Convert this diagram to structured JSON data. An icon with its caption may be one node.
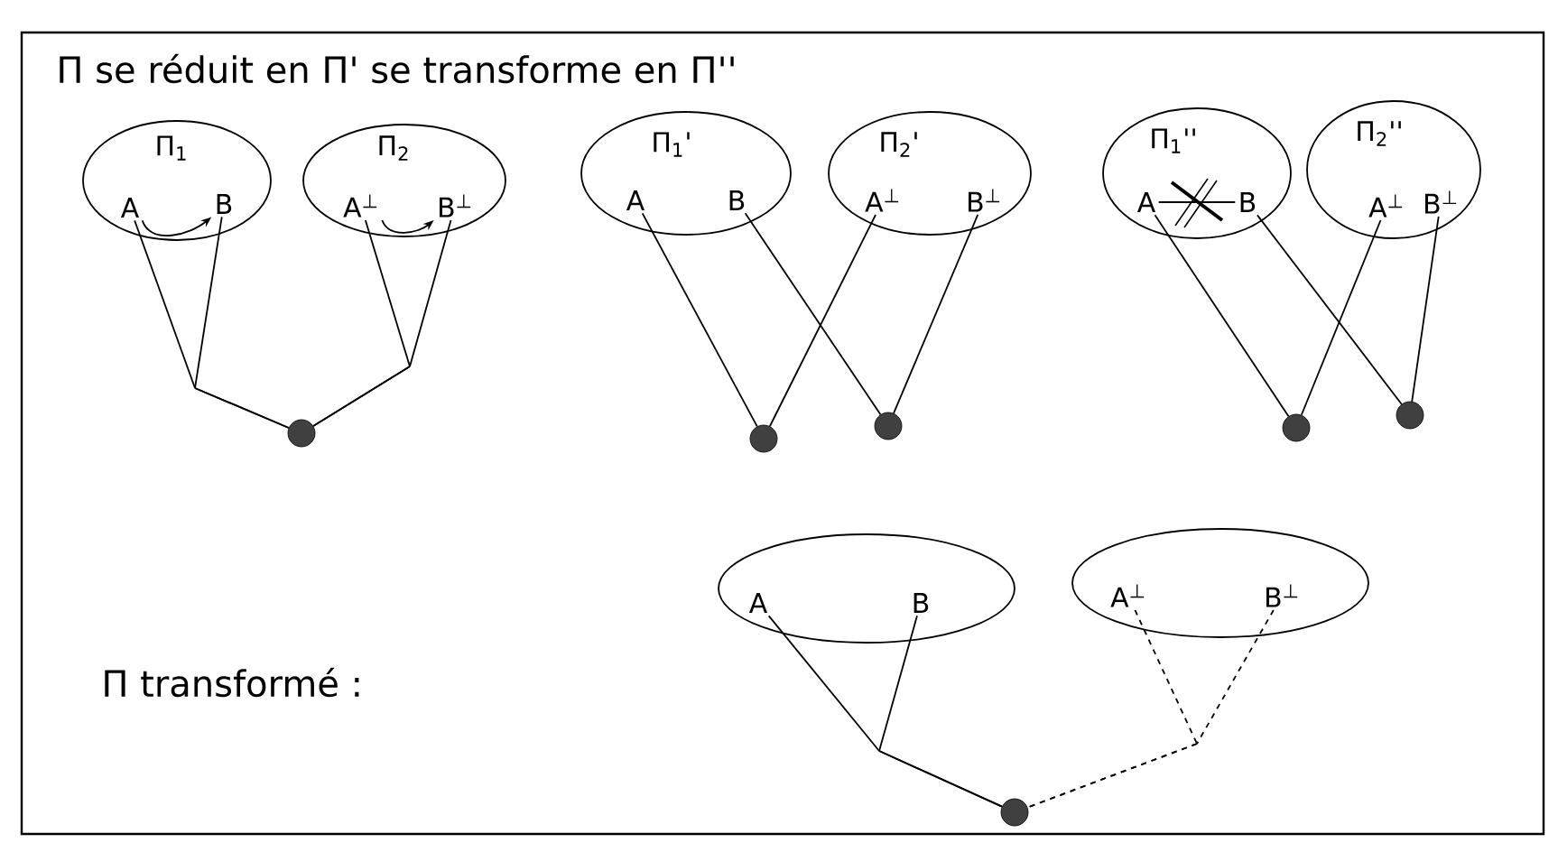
{
  "diagram": {
    "title": "Π se réduit en Π' se transforme en Π''",
    "nodes": [
      {
        "text": [
          "Π$_{1}$"
        ]
      },
      {
        "text": [
          "A"
        ],
        "in": 0
      },
      {
        "text": [
          "B"
        ],
        "in": 0
      },
      {
        "text": [
          "Π$_{2}$"
        ]
      },
      {
        "text": [
          "A$^{⊥}$"
        ],
        "in": 3
      },
      {
        "text": [
          "B$^{⊥}$"
        ],
        "in": 3
      },
      {
        "text": [],
        "shape": "circle"
      },
      {
        "text": [
          "Π$_{1}$'"
        ]
      },
      {
        "text": [
          "A"
        ],
        "in": 7
      },
      {
        "text": [
          "B"
        ],
        "in": 7
      },
      {
        "text": [
          "Π$_{2}$'"
        ]
      },
      {
        "text": [
          "A$^{⊥}$"
        ],
        "in": 10
      },
      {
        "text": [
          "B$^{⊥}$"
        ],
        "in": 10
      },
      {
        "text": [],
        "shape": "circle"
      },
      {
        "text": [],
        "shape": "circle"
      },
      {
        "text": [
          "Π$_{1}$''"
        ]
      },
      {
        "text": [
          "A"
        ],
        "in": 15
      },
      {
        "text": [
          "B"
        ],
        "in": 15
      },
      {
        "text": [
          "Π$_{2}$''"
        ]
      },
      {
        "text": [
          "A$^{⊥}$"
        ],
        "in": 18
      },
      {
        "text": [
          "B$^{⊥}$"
        ],
        "in": 18
      },
      {
        "text": [],
        "shape": "circle"
      },
      {
        "text": [],
        "shape": "circle"
      },
      {
        "text": [],
        "shape": "ellipse"
      },
      {
        "text": [
          "A"
        ],
        "in": 23
      },
      {
        "text": [
          "B"
        ],
        "in": 23
      },
      {
        "text": [],
        "shape": "ellipse"
      },
      {
        "text": [
          "A$^{⊥}$"
        ],
        "in": 26
      },
      {
        "text": [
          "B$^{⊥}$"
        ],
        "in": 26
      },
      {
        "text": [],
        "shape": "circle"
      }
    ],
    "edges": [
      {
        "from": 1,
        "to": 2,
        "arrow": "to"
      },
      {
        "from": 4,
        "to": 5,
        "arrow": "to"
      },
      {
        "from": 1,
        "to": 6,
        "arrow": "none"
      },
      {
        "from": 2,
        "to": 6,
        "arrow": "none"
      },
      {
        "from": 4,
        "to": 6,
        "arrow": "none"
      },
      {
        "from": 5,
        "to": 6,
        "arrow": "none"
      },
      {
        "from": 8,
        "to": 13,
        "arrow": "none"
      },
      {
        "from": 11,
        "to": 13,
        "arrow": "none"
      },
      {
        "from": 9,
        "to": 14,
        "arrow": "none"
      },
      {
        "from": 12,
        "to": 14,
        "arrow": "none"
      },
      {
        "from": 16,
        "to": 17,
        "arrow": "none"
      },
      {
        "from": 16,
        "to": 21,
        "arrow": "none"
      },
      {
        "from": 19,
        "to": 21,
        "arrow": "none"
      },
      {
        "from": 17,
        "to": 22,
        "arrow": "none"
      },
      {
        "from": 20,
        "to": 22,
        "arrow": "none"
      },
      {
        "from": 24,
        "to": 29,
        "arrow": "none"
      },
      {
        "from": 25,
        "to": 29,
        "arrow": "none"
      },
      {
        "from": 27,
        "to": 29,
        "arrow": "none",
        "style": "dashed"
      },
      {
        "from": 28,
        "to": 29,
        "arrow": "none",
        "style": "dashed"
      }
    ],
    "labels": [
      "Π transformé :"
    ]
  }
}
